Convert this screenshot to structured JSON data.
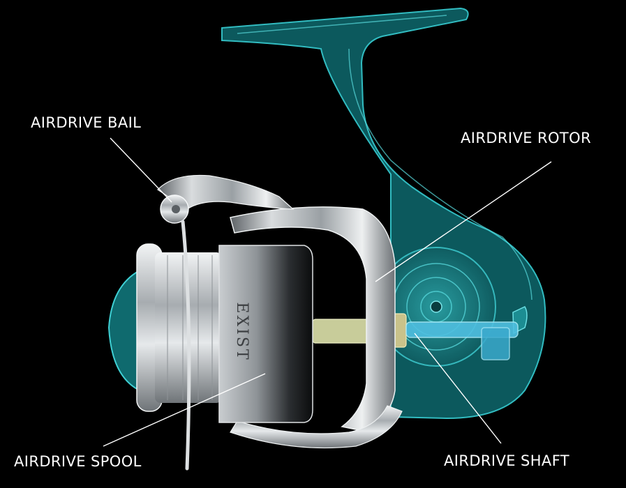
{
  "labels": {
    "bail": "AIRDRIVE BAIL",
    "rotor": "AIRDRIVE ROTOR",
    "spool": "AIRDRIVE SPOOL",
    "shaft": "AIRDRIVE SHAFT"
  },
  "spool_brand": "EXIST",
  "colors": {
    "background": "#000000",
    "label_text": "#ffffff",
    "body_teal": "#0e5f62",
    "body_outline": "#2fc4c9",
    "spool_silver": "#b9bdbf",
    "shaft_blue": "#5ec9e8"
  }
}
